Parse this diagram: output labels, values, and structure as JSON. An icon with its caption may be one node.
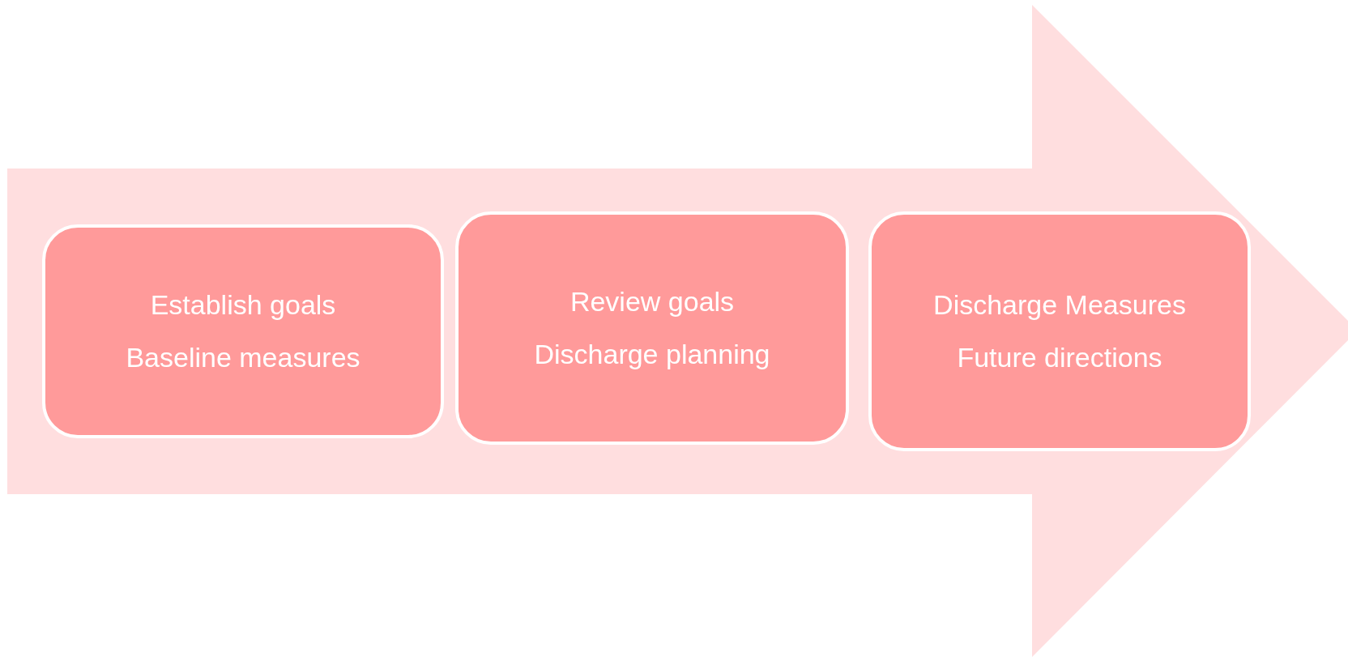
{
  "diagram": {
    "nodes": [
      {
        "text": [],
        "shape": "arrow"
      },
      {
        "text": [
          "Establish goals",
          "Baseline measures"
        ],
        "in": 0
      },
      {
        "text": [
          "Review goals",
          "Discharge planning"
        ],
        "in": 0
      },
      {
        "text": [
          "Discharge Measures",
          "Future directions"
        ],
        "in": 0
      }
    ]
  }
}
